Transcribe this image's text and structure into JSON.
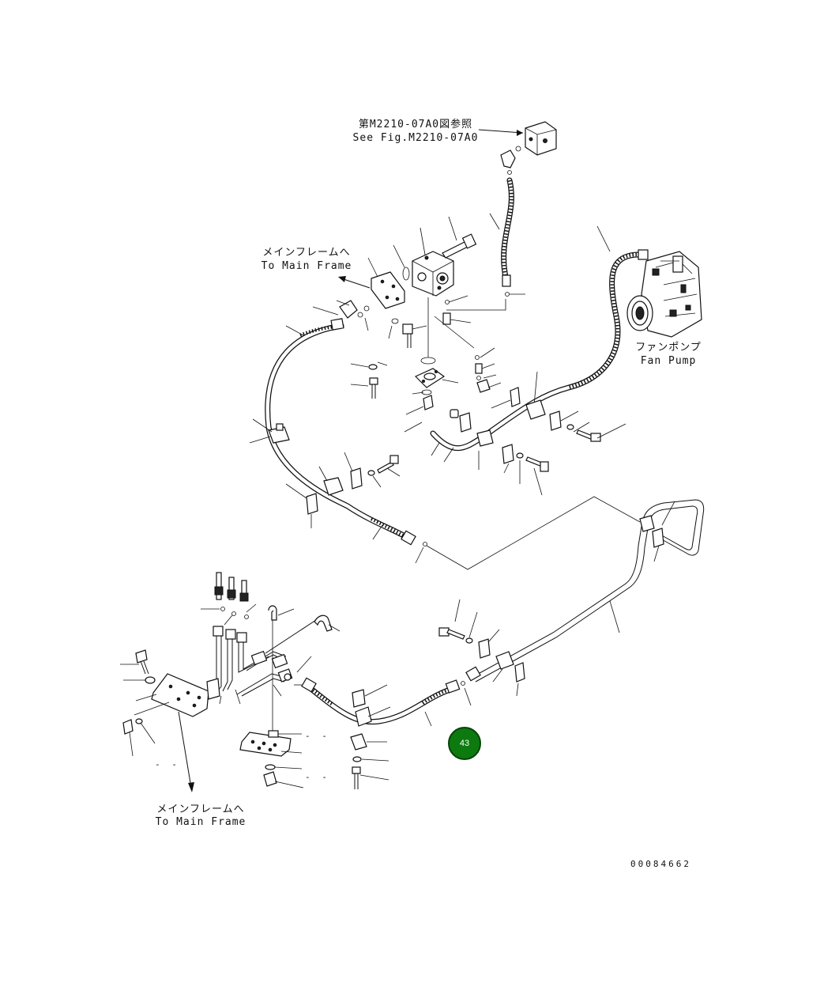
{
  "labels": {
    "ref_jp": "第M2210-07A0図参照",
    "ref_en": "See Fig.M2210-07A0",
    "main_frame_top_jp": "メインフレームへ",
    "main_frame_top_en": "To Main Frame",
    "fan_pump_jp": "ファンポンプ",
    "fan_pump_en": "Fan Pump",
    "main_frame_bottom_jp": "メインフレームへ",
    "main_frame_bottom_en": "To Main Frame"
  },
  "dash_marks": [
    "- -",
    "- -",
    "- -",
    "- -"
  ],
  "callout": {
    "number": "43",
    "color": "#0d7a10"
  },
  "document_number": "00084662"
}
